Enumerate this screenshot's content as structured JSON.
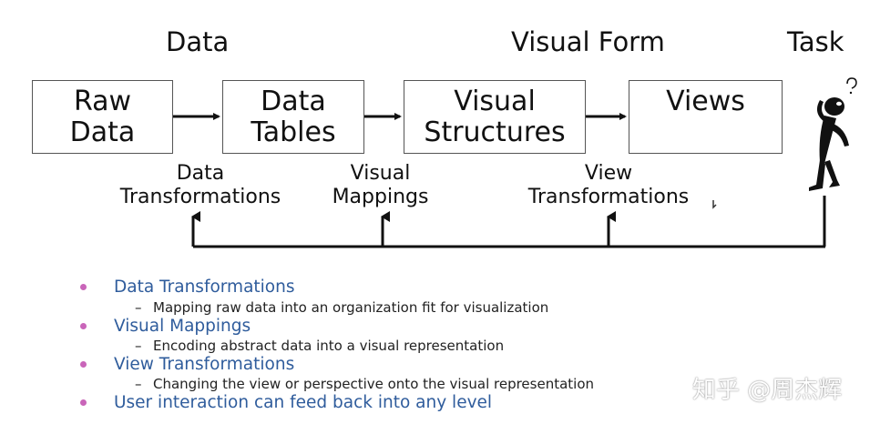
{
  "headers": {
    "data": "Data",
    "visual_form": "Visual Form",
    "task": "Task"
  },
  "boxes": {
    "raw_data": [
      "Raw",
      "Data"
    ],
    "data_tables": [
      "Data",
      "Tables"
    ],
    "visual_structures": [
      "Visual",
      "Structures"
    ],
    "views": [
      "Views"
    ]
  },
  "transforms": {
    "data_transformations": [
      "Data",
      "Transformations"
    ],
    "visual_mappings": [
      "Visual",
      "Mappings"
    ],
    "view_transformations": [
      "View",
      "Transformations"
    ]
  },
  "bullets": [
    {
      "title": "Data Transformations",
      "detail": "Mapping raw data into an organization fit for visualization"
    },
    {
      "title": "Visual Mappings",
      "detail": "Encoding abstract data into a visual representation"
    },
    {
      "title": "View Transformations",
      "detail": "Changing the view or perspective onto the visual representation"
    },
    {
      "title": "User interaction can feed back into any level",
      "detail": ""
    }
  ],
  "figure_icon": "thinking-person-icon",
  "watermark": "知乎 @周杰辉",
  "colors": {
    "bullet_text": "#2f5c9c",
    "bullet_dot": "#c965b9",
    "line": "#111111"
  }
}
